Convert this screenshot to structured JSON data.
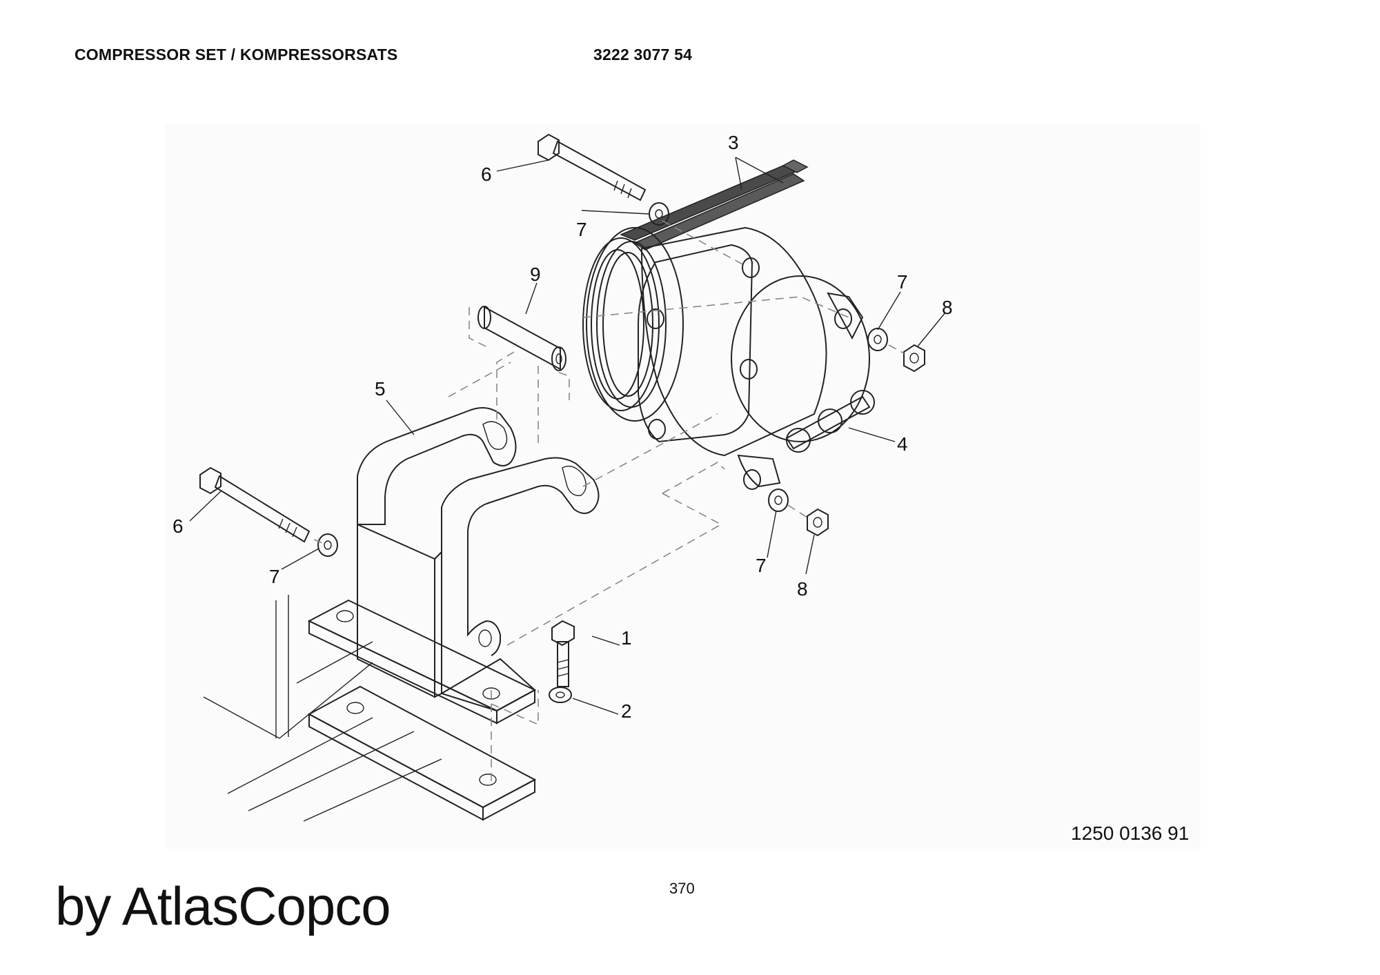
{
  "header": {
    "title": "COMPRESSOR SET / KOMPRESSORSATS",
    "part_number": "3222 3077 54"
  },
  "callouts": {
    "c1": "1",
    "c2": "2",
    "c3": "3",
    "c4": "4",
    "c5": "5",
    "c6a": "6",
    "c6b": "6",
    "c7a": "7",
    "c7b": "7",
    "c7c": "7",
    "c7d": "7",
    "c8a": "8",
    "c8b": "8",
    "c9": "9"
  },
  "drawing_number": "1250 0136 91",
  "page_number": "370",
  "brand": "by AtlasCopco",
  "colors": {
    "part_fill": "#e6e6e6",
    "part_fill_dark": "#cfcfcf",
    "belt": "#4a4a4a",
    "hidden_line": "#888888"
  }
}
